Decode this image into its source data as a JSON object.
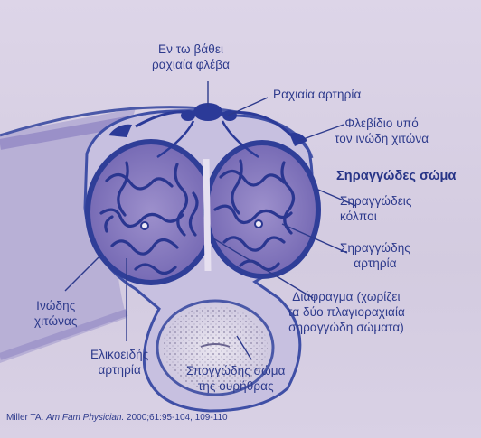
{
  "labels": {
    "deep_dorsal_vein": "Εν τω βάθει\nραχιαία φλέβα",
    "dorsal_artery": "Ραχιαία αρτηρία",
    "subtunical_venule": "Φλεβίδιο υπό\nτον ινώδη χιτώνα",
    "corpora_cavernosa": "Σηραγγώδες σώμα",
    "cavernous_sinuses": "Σηραγγώδεις\nκόλποι",
    "cavernous_artery": "Σηραγγώδης\nαρτηρία",
    "septum": "Διάφραγμα (χωρίζει\nτα δύο πλαγιοραχιαία\nσηραγγώδη σώματα)",
    "tunica": "Ινώδης\nχιτώνας",
    "helicine_artery": "Ελικοειδής\nαρτηρία",
    "corpus_spongiosum": "Σπογγώδης σώμα\nτης ουρήθρας"
  },
  "citation": {
    "author": "Miller TA.",
    "journal": "Am Fam Physician.",
    "ref": "2000;61:95-104, 109-110"
  },
  "colors": {
    "background": "#d8d0e4",
    "tunica": "#3f4fa6",
    "sinus_fill": "#8a7cc0",
    "label_text": "#2d3a8c"
  }
}
